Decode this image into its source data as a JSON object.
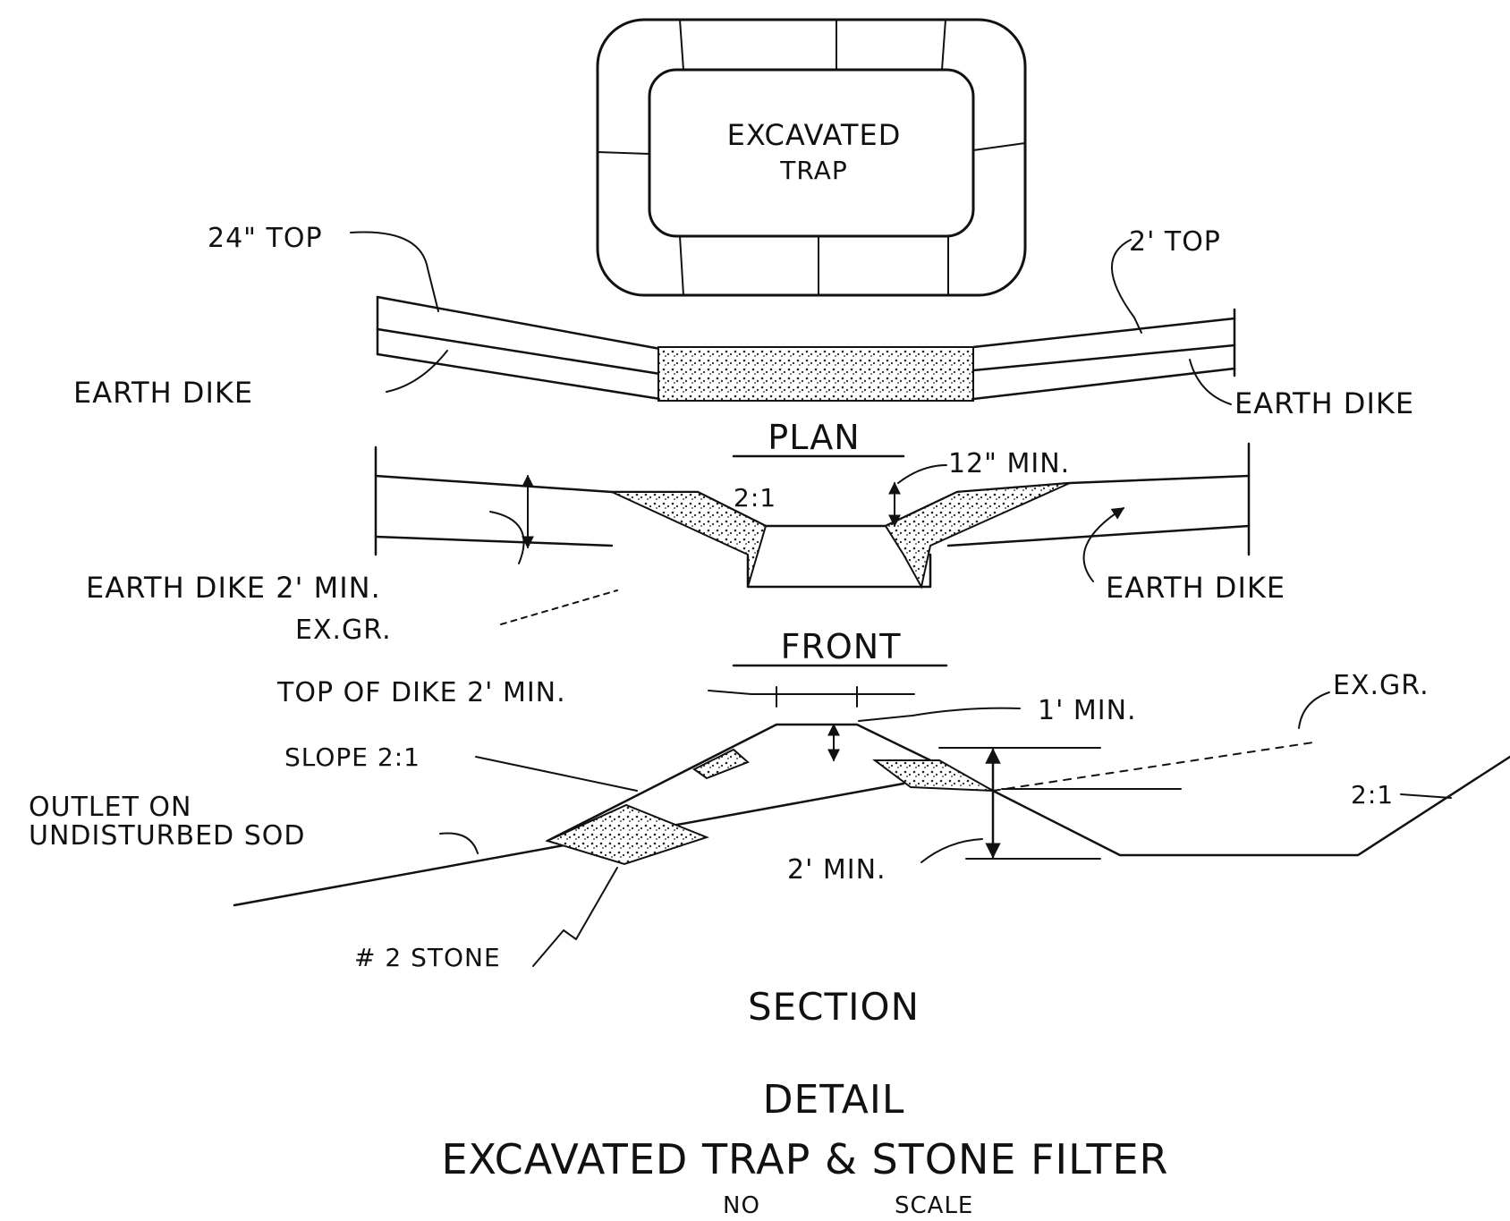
{
  "plan": {
    "trap_label_line1": "EXCAVATED",
    "trap_label_line2": "TRAP",
    "left_top": "24\" TOP",
    "right_top": "2' TOP",
    "left_dike": "EARTH DIKE",
    "right_dike": "EARTH DIKE",
    "view_title": "PLAN"
  },
  "front": {
    "min_depth": "12\" MIN.",
    "slope": "2:1",
    "left_dike": "EARTH DIKE 2' MIN.",
    "right_dike": "EARTH DIKE",
    "existing_grade": "EX.GR.",
    "view_title": "FRONT"
  },
  "section": {
    "top_of_dike": "TOP OF DIKE 2' MIN.",
    "freeboard": "1' MIN.",
    "existing_grade": "EX.GR.",
    "slope_label": "SLOPE 2:1",
    "outlet_line1": "OUTLET ON",
    "outlet_line2": "UNDISTURBED SOD",
    "right_slope": "2:1",
    "depth": "2' MIN.",
    "stone": "# 2 STONE",
    "view_title": "SECTION"
  },
  "title_block": {
    "line1": "DETAIL",
    "line2": "EXCAVATED TRAP & STONE FILTER",
    "scale_a": "NO",
    "scale_b": "SCALE"
  }
}
